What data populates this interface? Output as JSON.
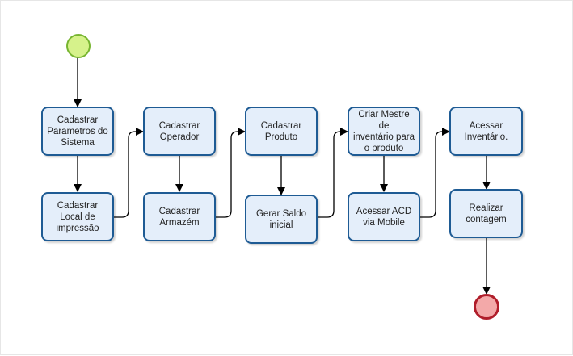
{
  "diagram": {
    "type": "bpmn-process-flow",
    "colors": {
      "task_fill": "#e4eefa",
      "task_border": "#1e5b94",
      "start_fill": "#d6f28b",
      "start_border": "#77b530",
      "end_fill": "#f3a9a9",
      "end_border": "#b01e2b",
      "connector": "#000000"
    },
    "tasks": {
      "t1": "Cadastrar\nParametros do\nSistema",
      "t2": "Cadastrar\nLocal de\nimpressão",
      "t3": "Cadastrar\nOperador",
      "t4": "Cadastrar\nArmazém",
      "t5": "Cadastrar\nProduto",
      "t6": "Gerar Saldo\ninicial",
      "t7": "Criar Mestre de\ninventário para\no produto",
      "t8": "Acessar ACD\nvia Mobile",
      "t9": "Acessar\nInventário.",
      "t10": "Realizar\ncontagem"
    },
    "events": {
      "start": "start-event",
      "end": "end-event"
    }
  }
}
